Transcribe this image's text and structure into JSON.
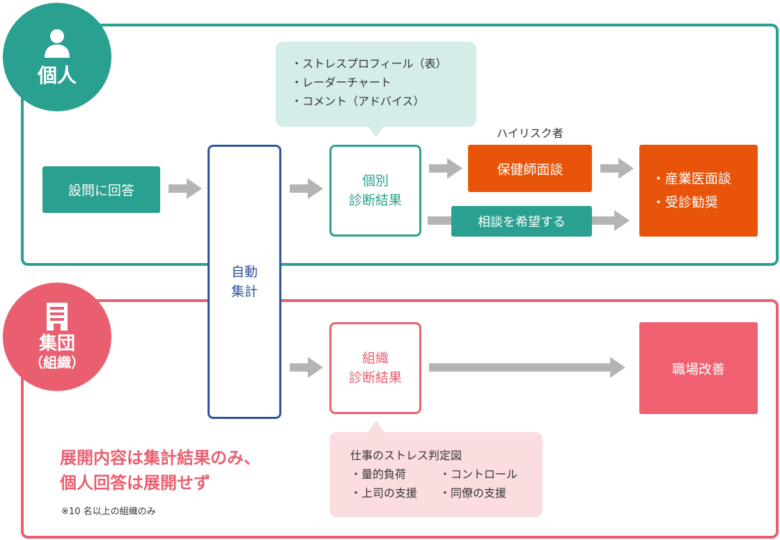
{
  "individual": {
    "label": "個人",
    "step_answer": "設問に回答",
    "result_line1": "個別",
    "result_line2": "診断結果",
    "bubble_items": [
      "・ストレスプロフィール（表）",
      "・レーダーチャート",
      "・コメント（アドバイス）"
    ],
    "high_risk_label": "ハイリスク者",
    "health_interview": "保健師面談",
    "consult_request": "相談を希望する",
    "outcome_items": [
      "・産業医面談",
      "・受診勧奨"
    ]
  },
  "aggregate": {
    "line1": "自動",
    "line2": "集計"
  },
  "group": {
    "label": "集団",
    "sublabel": "（組織）",
    "result_line1": "組織",
    "result_line2": "診断結果",
    "improvement": "職場改善",
    "bubble_title": "仕事のストレス判定図",
    "bubble_col1": [
      "・量的負荷",
      "・上司の支援"
    ],
    "bubble_col2": [
      "・コントロール",
      "・同僚の支援"
    ],
    "note_line1": "展開内容は集計結果のみ、",
    "note_line2": "個人回答は展開せず",
    "footnote": "※10 名以上の組織のみ"
  },
  "colors": {
    "teal": "#2aa090",
    "orange": "#e8550a",
    "pink": "#ea5f6f",
    "navy": "#2f539a",
    "light_teal": "#d4ede8",
    "light_pink": "#fbdde0",
    "arrow_gray": "#b4b4b4"
  }
}
